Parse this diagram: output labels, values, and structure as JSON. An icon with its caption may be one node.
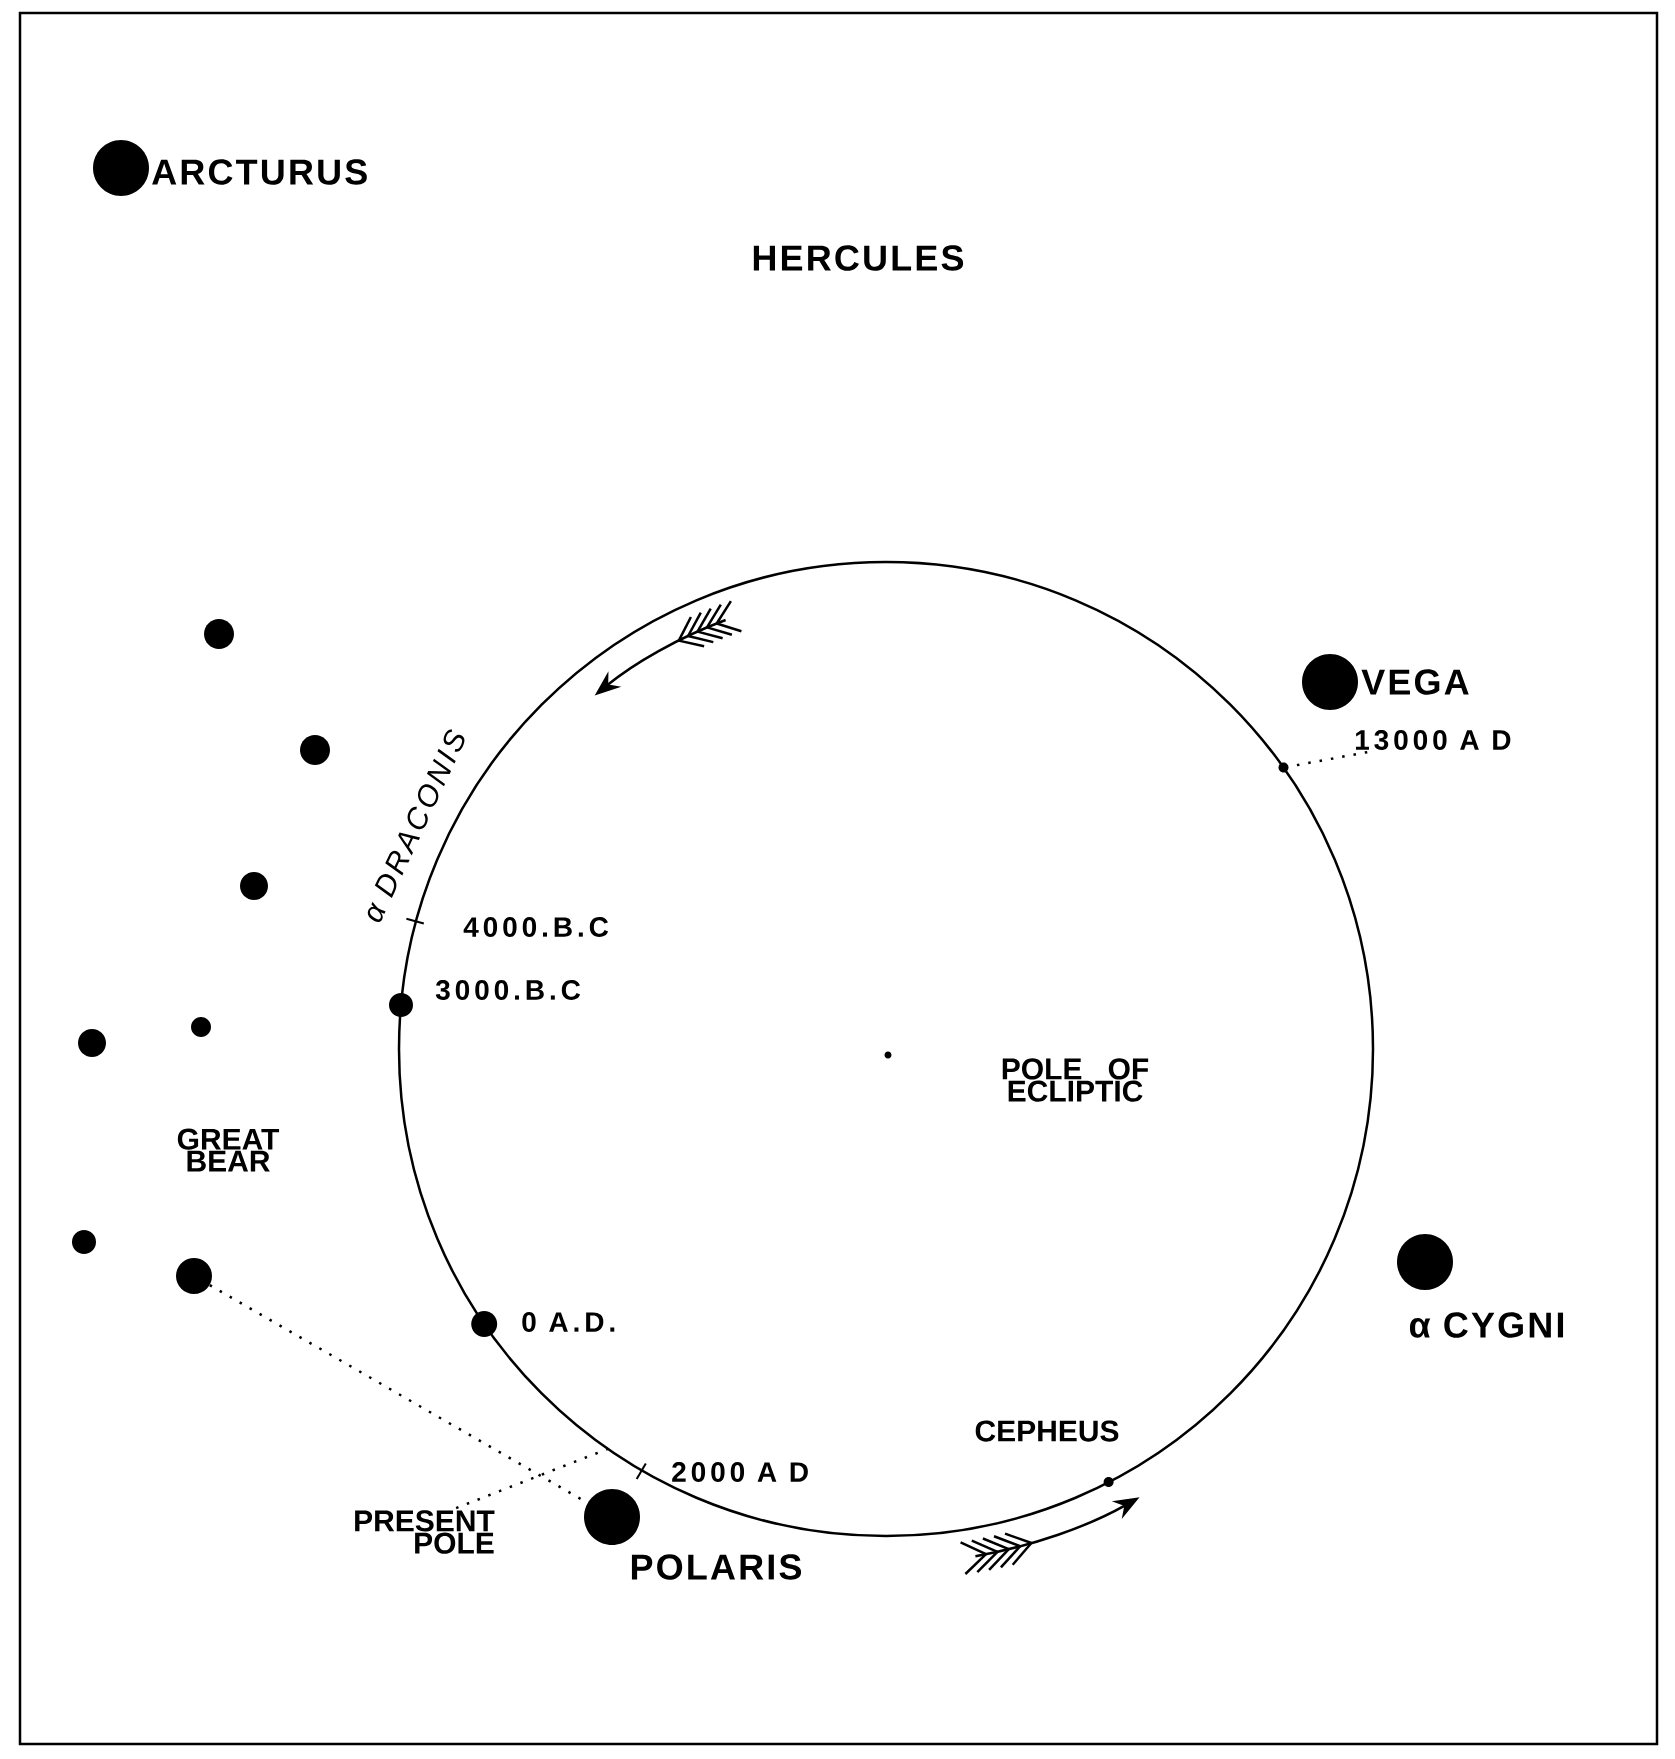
{
  "diagram": {
    "nodes": [
      {
        "text": [],
        "shape": "circle",
        "beside": [
          "ARCTURUS"
        ]
      },
      {
        "text": [],
        "shape": "circle"
      },
      {
        "text": [],
        "shape": "circle"
      },
      {
        "text": [],
        "shape": "circle"
      },
      {
        "text": [],
        "shape": "circle"
      },
      {
        "text": [],
        "shape": "circle"
      },
      {
        "text": [],
        "shape": "circle",
        "beside": [
          "VEGA"
        ]
      },
      {
        "text": [
          "13000 A D"
        ]
      },
      {
        "text": [],
        "shape": "circle"
      },
      {
        "text": [],
        "shape": "circle"
      },
      {
        "text": [],
        "shape": "circle",
        "beside": [
          "α CYGNI"
        ]
      },
      {
        "text": [
          "PRESENT POLE"
        ]
      },
      {
        "text": [],
        "shape": "circle",
        "beside": [
          "POLARIS"
        ]
      },
      {
        "text": [],
        "shape": "circle"
      },
      {
        "text": [],
        "shape": "circle"
      },
      {
        "text": [],
        "shape": "circle"
      },
      {
        "text": [],
        "shape": "circle"
      }
    ],
    "edges": [
      {
        "from": 9,
        "to": 12,
        "arrow": "none",
        "style": "dashed"
      },
      {
        "from": 11,
        "to": null,
        "arrow": "none",
        "style": "dashed"
      },
      {
        "from": 7,
        "to": 15,
        "arrow": "none",
        "style": "dashed"
      }
    ],
    "labels": [
      "HERCULES",
      "α DRACONIS",
      "4000.B.C",
      "3000.B.C",
      "POLE OF ECLIPTIC",
      "GREAT BEAR",
      "0 A.D.",
      "CEPHEUS",
      "2000 A D"
    ]
  }
}
